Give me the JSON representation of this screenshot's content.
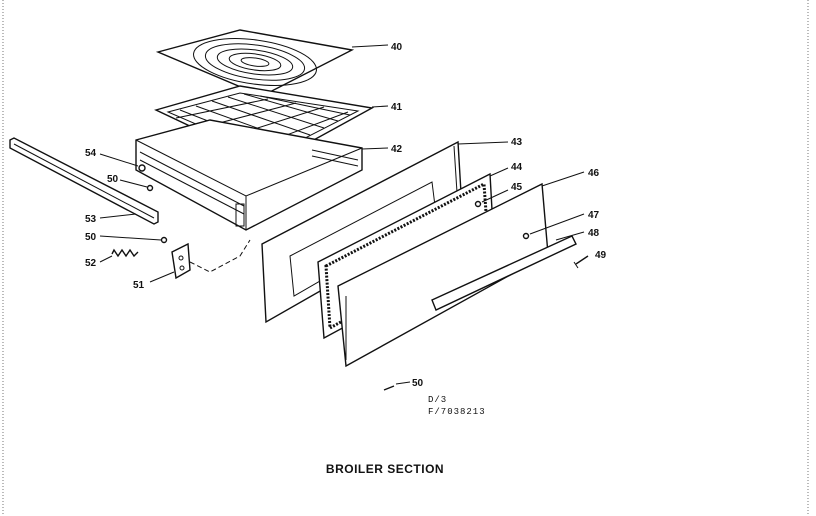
{
  "caption": "BROILER SECTION",
  "drawing_no": "D/3",
  "figure_no": "F/7038213",
  "parts": {
    "p40": "40",
    "p41": "41",
    "p42": "42",
    "p43": "43",
    "p44": "44",
    "p45": "45",
    "p46": "46",
    "p47": "47",
    "p48": "48",
    "p49": "49",
    "p50a": "50",
    "p50b": "50",
    "p50c": "50",
    "p51": "51",
    "p52": "52",
    "p53": "53",
    "p54": "54"
  }
}
